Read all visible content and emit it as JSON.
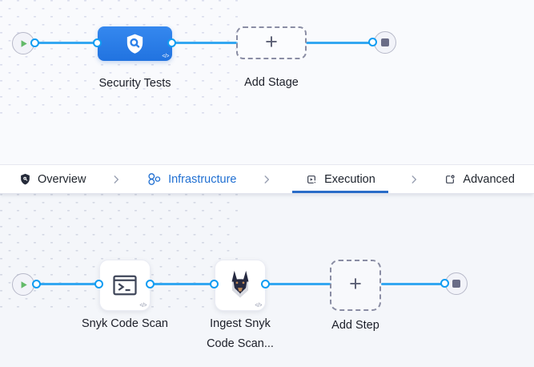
{
  "stage_canvas": {
    "stage": {
      "label": "Security Tests",
      "icon": "shield-search-icon",
      "code_glyph": "</>"
    },
    "add_stage": {
      "label": "Add Stage",
      "plus": "+"
    },
    "start_icon": "play-icon",
    "end_icon": "stop-icon"
  },
  "tabbar": {
    "separator": "chevron-right-icon",
    "tabs": [
      {
        "label": "Overview",
        "icon": "shield-icon",
        "active": false
      },
      {
        "label": "Infrastructure",
        "icon": "infrastructure-icon",
        "active": false
      },
      {
        "label": "Execution",
        "icon": "execution-icon",
        "active": true
      },
      {
        "label": "Advanced",
        "icon": "advanced-icon",
        "active": false
      }
    ]
  },
  "step_canvas": {
    "steps": [
      {
        "label": "Snyk Code Scan",
        "icon": "terminal-icon",
        "code_glyph": "</>"
      },
      {
        "label": "Ingest Snyk Code Scan...",
        "icon": "snyk-dog-icon",
        "code_glyph": "</>"
      }
    ],
    "add_step": {
      "label": "Add Step",
      "plus": "+"
    },
    "start_icon": "play-icon",
    "end_icon": "stop-icon"
  },
  "colors": {
    "edge_blue": "#34a7f1",
    "port_blue": "#0f9cf2",
    "stage_blue": "#2b80e9",
    "active_tab_underline": "#2a6cc8",
    "link_blue": "#2170d2",
    "play_green": "#63ba69",
    "stop_gray": "#6a6d87",
    "canvas_top_bg": "#f9fafd",
    "canvas_bottom_bg": "#f4f6fa"
  }
}
